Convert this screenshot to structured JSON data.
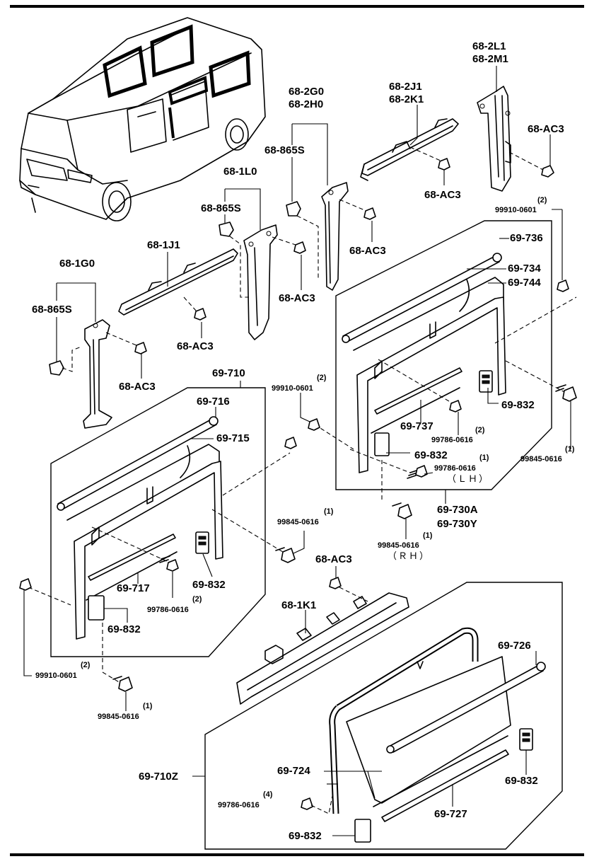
{
  "labels": {
    "p_68_2L1": "68-2L1",
    "p_68_2M1": "68-2M1",
    "p_68_AC3_tr": "68-AC3",
    "p_68_2G0": "68-2G0",
    "p_68_2H0": "68-2H0",
    "p_68_2J1": "68-2J1",
    "p_68_2K1": "68-2K1",
    "p_68_865S_a": "68-865S",
    "p_68_AC3_b": "68-AC3",
    "p_68_1L0": "68-1L0",
    "p_68_865S_b": "68-865S",
    "p_99910_a_qty": "(2)",
    "p_99910_a": "99910-0601",
    "p_68_AC3_c": "68-AC3",
    "p_68_1J1": "68-1J1",
    "p_69_736": "69-736",
    "p_69_734": "69-734",
    "p_69_744": "69-744",
    "p_68_AC3_d": "68-AC3",
    "p_68_1G0": "68-1G0",
    "p_68_865S_c": "68-865S",
    "p_68_AC3_e": "68-AC3",
    "p_68_AC3_f": "68-AC3",
    "p_69_710": "69-710",
    "p_99910_b_qty": "(2)",
    "p_99910_b": "99910-0601",
    "p_69_716": "69-716",
    "p_69_715": "69-715",
    "p_69_832_a": "69-832",
    "p_69_737": "69-737",
    "p_99786_a_qty": "(2)",
    "p_99786_a": "99786-0616",
    "p_69_832_b": "69-832",
    "p_99786_b_qty": "(1)",
    "p_99786_b": "99786-0616",
    "p_lh": "（ＬＨ）",
    "p_99845_a_qty": "(1)",
    "p_99845_a": "99845-0616",
    "p_69_730A": "69-730A",
    "p_69_730Y": "69-730Y",
    "p_99845_b_qty": "(1)",
    "p_99845_b": "99845-0616",
    "p_99845_c_qty": "(1)",
    "p_99845_c": "99845-0616",
    "p_rh": "（ＲＨ）",
    "p_68_AC3_g": "68-AC3",
    "p_69_717": "69-717",
    "p_69_832_c": "69-832",
    "p_99786_c_qty": "(2)",
    "p_99786_c": "99786-0616",
    "p_69_832_d": "69-832",
    "p_68_1K1": "68-1K1",
    "p_99910_c_qty": "(2)",
    "p_99910_c": "99910-0601",
    "p_99845_d_qty": "(1)",
    "p_99845_d": "99845-0616",
    "p_69_726": "69-726",
    "p_69_710Z": "69-710Z",
    "p_69_724": "69-724",
    "p_99786_d_qty": "(4)",
    "p_99786_d": "99786-0616",
    "p_69_832_e": "69-832",
    "p_69_727": "69-727",
    "p_69_832_f": "69-832"
  }
}
